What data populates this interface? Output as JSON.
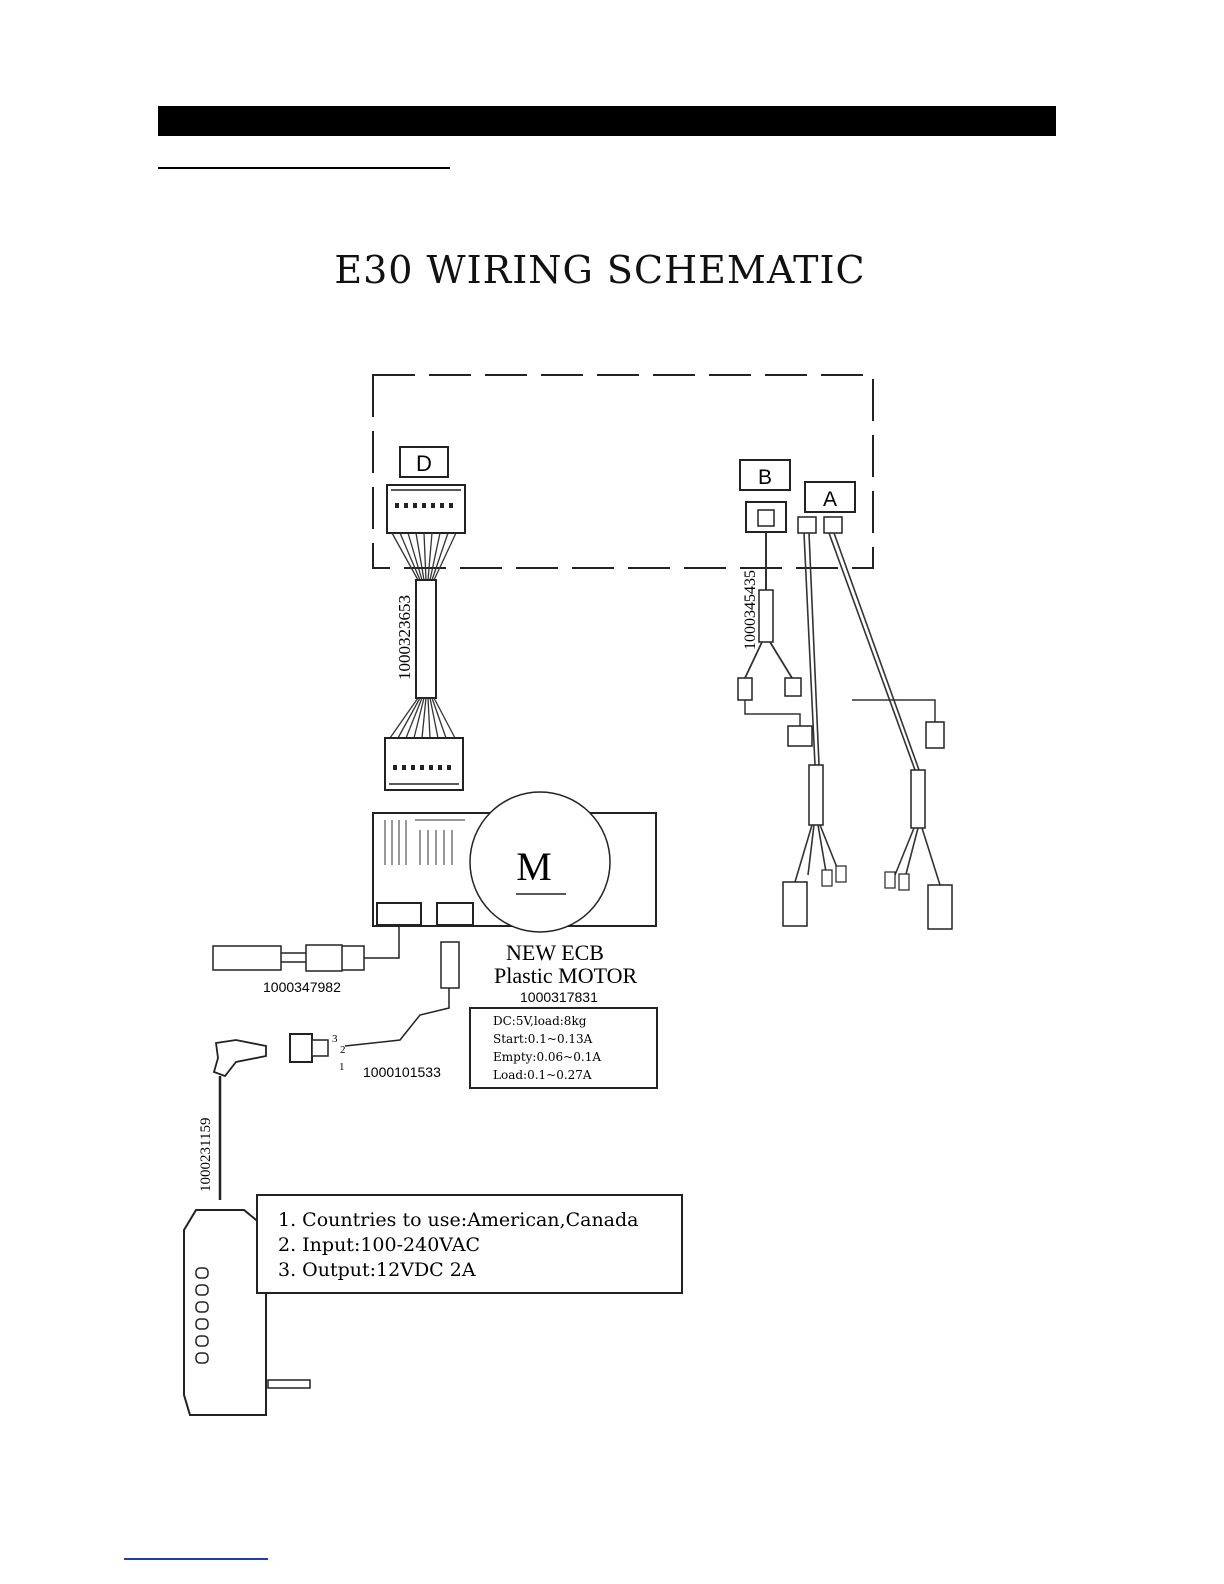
{
  "title": "E30 WIRING SCHEMATIC",
  "connectors": {
    "d": "D",
    "b": "B",
    "a": "A"
  },
  "motor": {
    "symbol": "M"
  },
  "parts": {
    "cable_d": "1000323653",
    "cable_b": "1000345435",
    "sensor_wire": "1000347982",
    "power_wire": "1000101533",
    "adapter_cord": "1000231159"
  },
  "ecb": {
    "line1": "NEW ECB",
    "line2": "Plastic MOTOR",
    "part": "1000317831",
    "specs": [
      "DC:5V,load:8kg",
      "Start:0.1~0.13A",
      "Empty:0.06~0.1A",
      "Load:0.1~0.27A"
    ]
  },
  "adapter": {
    "specs": [
      "1. Countries to use:American,Canada",
      "2. Input:100-240VAC",
      "3. Output:12VDC 2A"
    ]
  },
  "pins": {
    "p3": "3",
    "p2": "2",
    "p1": "1"
  }
}
